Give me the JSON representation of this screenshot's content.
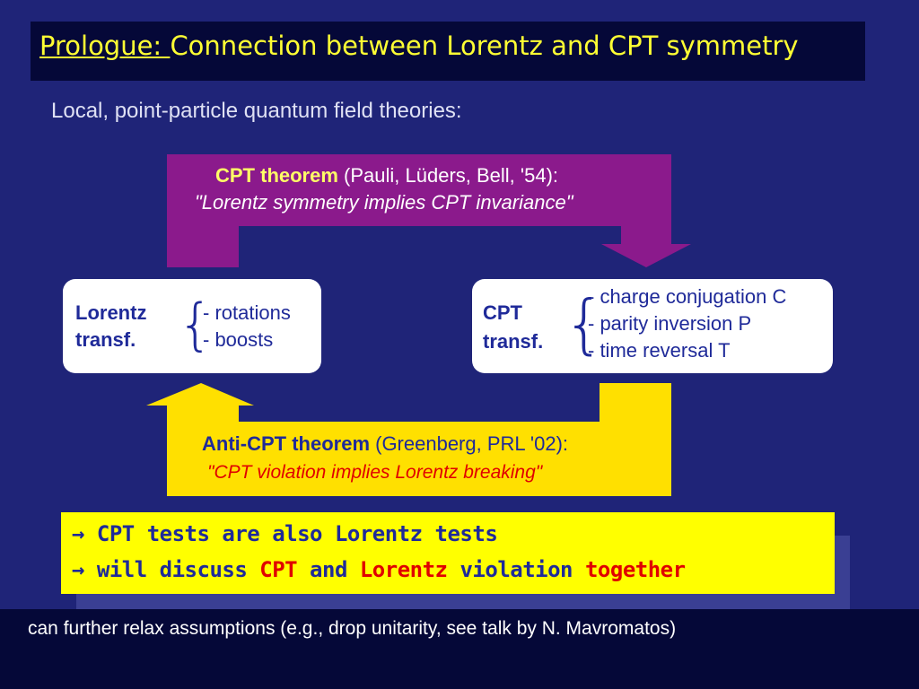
{
  "title": {
    "prefix": "Prologue: ",
    "main": "Connection between Lorentz and CPT symmetry"
  },
  "subtitle": "Local, point-particle quantum field theories:",
  "cpt_theorem": {
    "name": "CPT theorem",
    "citation": " (Pauli, Lüders, Bell, '54):",
    "quote": "\"Lorentz symmetry implies CPT invariance\""
  },
  "anti_cpt_theorem": {
    "name": "Anti-CPT theorem",
    "citation": " (Greenberg, PRL '02):",
    "quote": "\"CPT violation implies Lorentz breaking\""
  },
  "lorentz_box": {
    "label_line1": "Lorentz",
    "label_line2": "transf.",
    "brace": "{",
    "items": [
      "- rotations",
      "- boosts"
    ]
  },
  "cpt_box": {
    "label_line1": "CPT",
    "label_line2": "transf.",
    "brace": "{",
    "items": [
      "- charge conjugation C",
      "- parity inversion P",
      "- time reversal T"
    ]
  },
  "conclusion": {
    "arrow": "→",
    "line1": " CPT tests are also Lorentz tests",
    "line2_a": " will discuss ",
    "line2_cpt": "CPT",
    "line2_and": " and ",
    "line2_lorentz": "Lorentz",
    "line2_violation": " violation ",
    "line2_together": "together"
  },
  "footer": "can further relax assumptions (e.g., drop unitarity, see talk by N. Mavromatos)",
  "colors": {
    "background": "#1f2478",
    "title_bar": "#050838",
    "title_text": "#ffff33",
    "purple_arrow": "#8b1a8c",
    "yellow_arrow": "#ffe000",
    "box_text": "#1f2a99",
    "emphasis_red": "#e00000"
  }
}
